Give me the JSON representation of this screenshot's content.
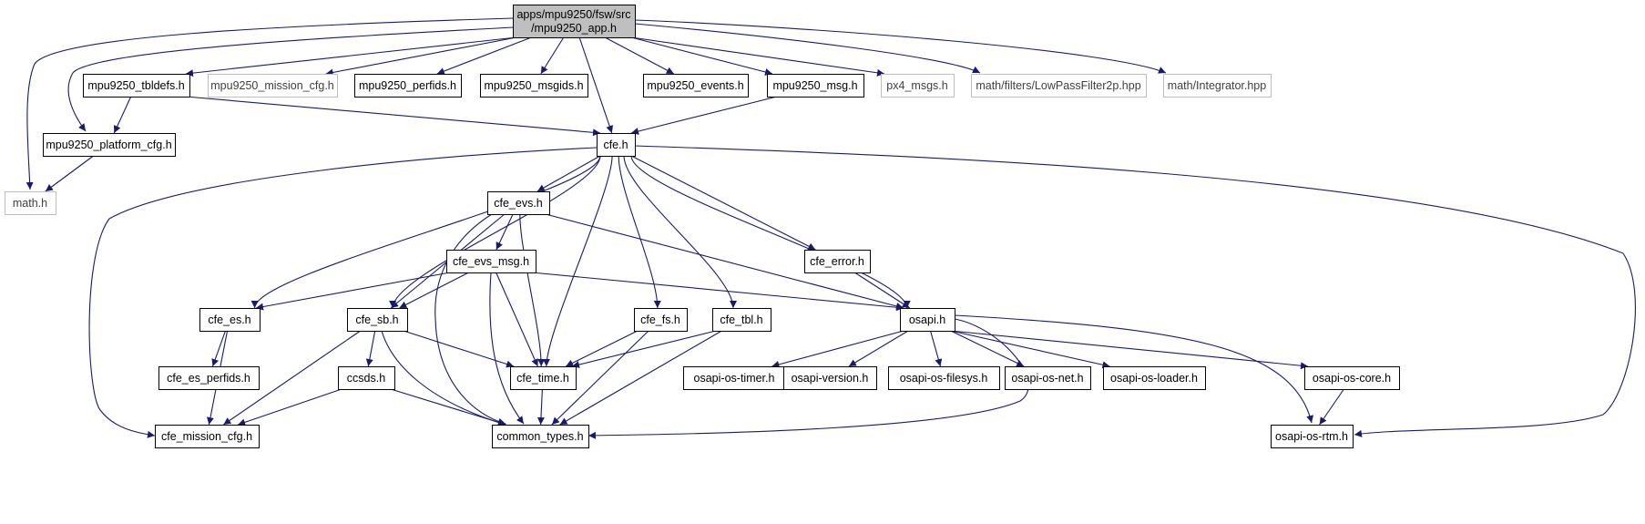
{
  "colors": {
    "edge": "#191970",
    "node_border": "#000000",
    "node_border_external": "#bfbfbf",
    "root_fill": "#bfbfbf",
    "node_fill": "#ffffff",
    "text": "#000000",
    "text_external": "#404040"
  },
  "graph": {
    "root": "mpu9250_app_h",
    "nodes": [
      {
        "id": "mpu9250_app_h",
        "lines": [
          "apps/mpu9250/fsw/src",
          "/mpu9250_app.h"
        ],
        "kind": "root"
      },
      {
        "id": "mpu9250_tbldefs_h",
        "lines": [
          "mpu9250_tbldefs.h"
        ],
        "kind": "local"
      },
      {
        "id": "mpu9250_mission_cfg_h",
        "lines": [
          "mpu9250_mission_cfg.h"
        ],
        "kind": "external"
      },
      {
        "id": "mpu9250_perfids_h",
        "lines": [
          "mpu9250_perfids.h"
        ],
        "kind": "local"
      },
      {
        "id": "mpu9250_msgids_h",
        "lines": [
          "mpu9250_msgids.h"
        ],
        "kind": "local"
      },
      {
        "id": "mpu9250_events_h",
        "lines": [
          "mpu9250_events.h"
        ],
        "kind": "local"
      },
      {
        "id": "mpu9250_msg_h",
        "lines": [
          "mpu9250_msg.h"
        ],
        "kind": "local"
      },
      {
        "id": "px4_msgs_h",
        "lines": [
          "px4_msgs.h"
        ],
        "kind": "external"
      },
      {
        "id": "lowpassfilter2p_hpp",
        "lines": [
          "math/filters/LowPassFilter2p.hpp"
        ],
        "kind": "external"
      },
      {
        "id": "integrator_hpp",
        "lines": [
          "math/Integrator.hpp"
        ],
        "kind": "external"
      },
      {
        "id": "mpu9250_platform_cfg_h",
        "lines": [
          "mpu9250_platform_cfg.h"
        ],
        "kind": "local"
      },
      {
        "id": "math_h",
        "lines": [
          "math.h"
        ],
        "kind": "external"
      },
      {
        "id": "cfe_h",
        "lines": [
          "cfe.h"
        ],
        "kind": "local"
      },
      {
        "id": "cfe_evs_h",
        "lines": [
          "cfe_evs.h"
        ],
        "kind": "local"
      },
      {
        "id": "cfe_evs_msg_h",
        "lines": [
          "cfe_evs_msg.h"
        ],
        "kind": "local"
      },
      {
        "id": "cfe_error_h",
        "lines": [
          "cfe_error.h"
        ],
        "kind": "local"
      },
      {
        "id": "cfe_es_h",
        "lines": [
          "cfe_es.h"
        ],
        "kind": "local"
      },
      {
        "id": "cfe_sb_h",
        "lines": [
          "cfe_sb.h"
        ],
        "kind": "local"
      },
      {
        "id": "cfe_fs_h",
        "lines": [
          "cfe_fs.h"
        ],
        "kind": "local"
      },
      {
        "id": "cfe_tbl_h",
        "lines": [
          "cfe_tbl.h"
        ],
        "kind": "local"
      },
      {
        "id": "osapi_h",
        "lines": [
          "osapi.h"
        ],
        "kind": "local"
      },
      {
        "id": "cfe_es_perfids_h",
        "lines": [
          "cfe_es_perfids.h"
        ],
        "kind": "local"
      },
      {
        "id": "ccsds_h",
        "lines": [
          "ccsds.h"
        ],
        "kind": "local"
      },
      {
        "id": "cfe_time_h",
        "lines": [
          "cfe_time.h"
        ],
        "kind": "local"
      },
      {
        "id": "osapi_os_timer_h",
        "lines": [
          "osapi-os-timer.h"
        ],
        "kind": "local"
      },
      {
        "id": "osapi_version_h",
        "lines": [
          "osapi-version.h"
        ],
        "kind": "local"
      },
      {
        "id": "osapi_os_filesys_h",
        "lines": [
          "osapi-os-filesys.h"
        ],
        "kind": "local"
      },
      {
        "id": "osapi_os_net_h",
        "lines": [
          "osapi-os-net.h"
        ],
        "kind": "local"
      },
      {
        "id": "osapi_os_loader_h",
        "lines": [
          "osapi-os-loader.h"
        ],
        "kind": "local"
      },
      {
        "id": "osapi_os_core_h",
        "lines": [
          "osapi-os-core.h"
        ],
        "kind": "local"
      },
      {
        "id": "cfe_mission_cfg_h",
        "lines": [
          "cfe_mission_cfg.h"
        ],
        "kind": "local"
      },
      {
        "id": "common_types_h",
        "lines": [
          "common_types.h"
        ],
        "kind": "local"
      },
      {
        "id": "osapi_os_rtm_h",
        "lines": [
          "osapi-os-rtm.h"
        ],
        "kind": "local"
      }
    ],
    "edges": [
      [
        "mpu9250_app_h",
        "math_h"
      ],
      [
        "mpu9250_app_h",
        "mpu9250_platform_cfg_h"
      ],
      [
        "mpu9250_app_h",
        "mpu9250_tbldefs_h"
      ],
      [
        "mpu9250_app_h",
        "mpu9250_mission_cfg_h"
      ],
      [
        "mpu9250_app_h",
        "mpu9250_perfids_h"
      ],
      [
        "mpu9250_app_h",
        "mpu9250_msgids_h"
      ],
      [
        "mpu9250_app_h",
        "cfe_h"
      ],
      [
        "mpu9250_app_h",
        "mpu9250_events_h"
      ],
      [
        "mpu9250_app_h",
        "mpu9250_msg_h"
      ],
      [
        "mpu9250_app_h",
        "px4_msgs_h"
      ],
      [
        "mpu9250_app_h",
        "lowpassfilter2p_hpp"
      ],
      [
        "mpu9250_app_h",
        "integrator_hpp"
      ],
      [
        "mpu9250_tbldefs_h",
        "mpu9250_platform_cfg_h"
      ],
      [
        "mpu9250_tbldefs_h",
        "cfe_h"
      ],
      [
        "mpu9250_msg_h",
        "cfe_h"
      ],
      [
        "mpu9250_platform_cfg_h",
        "math_h"
      ],
      [
        "cfe_h",
        "cfe_mission_cfg_h"
      ],
      [
        "cfe_h",
        "cfe_es_h"
      ],
      [
        "cfe_h",
        "cfe_sb_h"
      ],
      [
        "cfe_h",
        "cfe_evs_h"
      ],
      [
        "cfe_h",
        "cfe_time_h"
      ],
      [
        "cfe_h",
        "cfe_fs_h"
      ],
      [
        "cfe_h",
        "cfe_tbl_h"
      ],
      [
        "cfe_h",
        "cfe_error_h"
      ],
      [
        "cfe_h",
        "osapi_h"
      ],
      [
        "cfe_h",
        "osapi_os_rtm_h"
      ],
      [
        "cfe_evs_h",
        "cfe_evs_msg_h"
      ],
      [
        "cfe_evs_h",
        "cfe_sb_h"
      ],
      [
        "cfe_evs_h",
        "common_types_h"
      ],
      [
        "cfe_evs_h",
        "cfe_time_h"
      ],
      [
        "cfe_evs_h",
        "osapi_h"
      ],
      [
        "cfe_evs_msg_h",
        "cfe_es_h"
      ],
      [
        "cfe_evs_msg_h",
        "cfe_sb_h"
      ],
      [
        "cfe_evs_msg_h",
        "common_types_h"
      ],
      [
        "cfe_evs_msg_h",
        "cfe_time_h"
      ],
      [
        "cfe_evs_msg_h",
        "osapi_h"
      ],
      [
        "cfe_error_h",
        "osapi_h"
      ],
      [
        "cfe_es_h",
        "cfe_es_perfids_h"
      ],
      [
        "cfe_es_h",
        "cfe_mission_cfg_h"
      ],
      [
        "cfe_sb_h",
        "ccsds_h"
      ],
      [
        "cfe_sb_h",
        "cfe_mission_cfg_h"
      ],
      [
        "cfe_sb_h",
        "common_types_h"
      ],
      [
        "cfe_sb_h",
        "cfe_time_h"
      ],
      [
        "cfe_fs_h",
        "cfe_time_h"
      ],
      [
        "cfe_fs_h",
        "common_types_h"
      ],
      [
        "cfe_tbl_h",
        "cfe_time_h"
      ],
      [
        "cfe_tbl_h",
        "common_types_h"
      ],
      [
        "ccsds_h",
        "cfe_mission_cfg_h"
      ],
      [
        "ccsds_h",
        "common_types_h"
      ],
      [
        "cfe_time_h",
        "common_types_h"
      ],
      [
        "osapi_h",
        "common_types_h"
      ],
      [
        "osapi_h",
        "osapi_os_timer_h"
      ],
      [
        "osapi_h",
        "osapi_version_h"
      ],
      [
        "osapi_h",
        "osapi_os_filesys_h"
      ],
      [
        "osapi_h",
        "osapi_os_net_h"
      ],
      [
        "osapi_h",
        "osapi_os_loader_h"
      ],
      [
        "osapi_h",
        "osapi_os_core_h"
      ],
      [
        "osapi_h",
        "osapi_os_rtm_h"
      ],
      [
        "osapi_os_core_h",
        "osapi_os_rtm_h"
      ]
    ]
  }
}
